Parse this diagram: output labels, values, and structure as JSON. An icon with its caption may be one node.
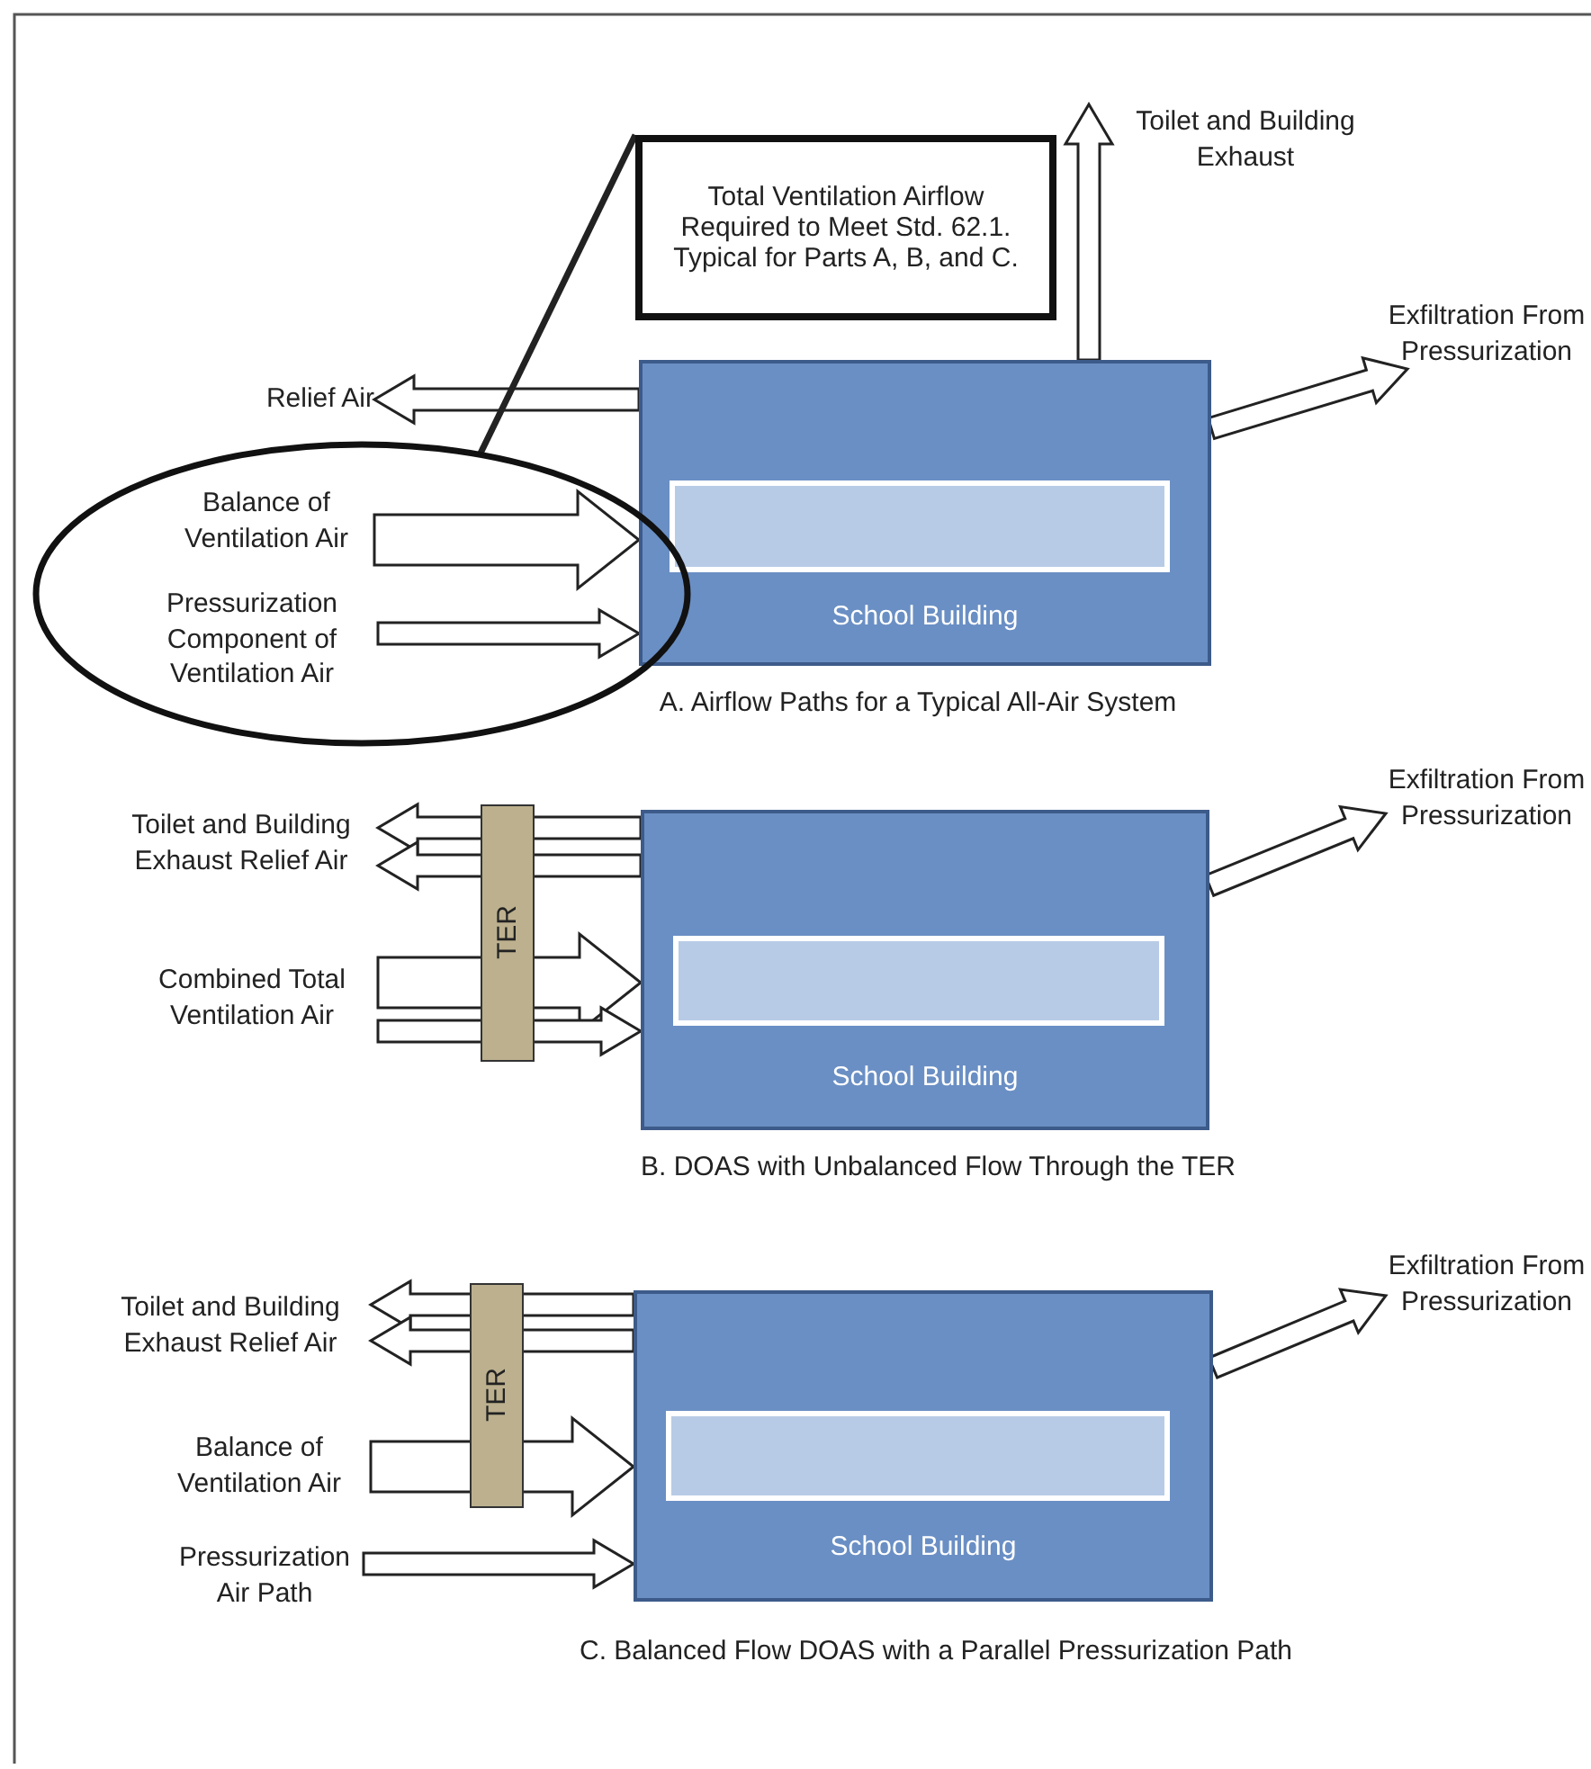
{
  "diagram": {
    "nodes": [
      {
        "text": [
          "School Building"
        ]
      },
      {
        "text": [
          "Toilet and Building Exhaust"
        ]
      },
      {
        "text": [
          "Relief Air"
        ]
      },
      {
        "text": [
          "Exfiltration From Pressurization"
        ]
      },
      {
        "text": [],
        "shape": "circle"
      },
      {
        "text": [
          "Balance of Ventilation Air"
        ],
        "in": 4
      },
      {
        "text": [
          "Pressurization Component of Ventilation Air"
        ],
        "in": 4
      },
      {
        "text": [
          "Total Ventilation Airflow Required to Meet Std. 62.1. Typical for Parts A, B, and C."
        ]
      },
      {
        "text": [
          "School Building"
        ]
      },
      {
        "text": [
          "TER"
        ]
      },
      {
        "text": [
          "Toilet and Building Exhaust Relief Air"
        ]
      },
      {
        "text": [
          "Combined Total Ventilation Air"
        ]
      },
      {
        "text": [
          "Exfiltration From Pressurization"
        ]
      },
      {
        "text": [
          "School Building"
        ]
      },
      {
        "text": [
          "TER"
        ]
      },
      {
        "text": [
          "Toilet and Building Exhaust Relief Air"
        ]
      },
      {
        "text": [
          "Balance of Ventilation Air"
        ]
      },
      {
        "text": [
          "Pressurization Air Path"
        ]
      },
      {
        "text": [
          "Exfiltration From Pressurization"
        ]
      }
    ],
    "edges": [
      {
        "from": 0,
        "to": 1,
        "arrow": "to"
      },
      {
        "from": 0,
        "to": 2,
        "arrow": "to"
      },
      {
        "from": 0,
        "to": 3,
        "arrow": "to"
      },
      {
        "from": 5,
        "to": 0,
        "arrow": "to",
        "style": "thick"
      },
      {
        "from": 6,
        "to": 0,
        "arrow": "to"
      },
      {
        "from": 4,
        "to": 7,
        "arrow": "none"
      },
      {
        "from": 8,
        "to": 10,
        "arrow": "to"
      },
      {
        "from": 8,
        "to": 10,
        "arrow": "to"
      },
      {
        "from": 11,
        "to": 8,
        "arrow": "to",
        "style": "thick"
      },
      {
        "from": 11,
        "to": 8,
        "arrow": "to"
      },
      {
        "from": 8,
        "to": 12,
        "arrow": "to"
      },
      {
        "from": 13,
        "to": 15,
        "arrow": "to"
      },
      {
        "from": 13,
        "to": 15,
        "arrow": "to"
      },
      {
        "from": 16,
        "to": 13,
        "arrow": "to",
        "style": "thick"
      },
      {
        "from": 17,
        "to": 13,
        "arrow": "to"
      },
      {
        "from": 13,
        "to": 18,
        "arrow": "to"
      }
    ],
    "labels": [
      "A. Airflow Paths for a Typical All-Air System",
      "B. DOAS with Unbalanced Flow Through the TER",
      "C. Balanced Flow DOAS with a Parallel Pressurization Path"
    ]
  }
}
